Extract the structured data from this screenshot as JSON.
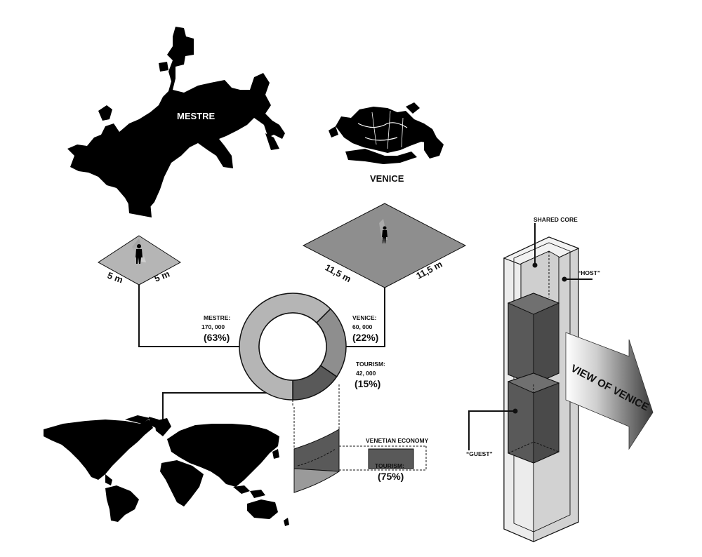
{
  "maps": {
    "mestre_label": "MESTRE",
    "venice_label": "VENICE"
  },
  "scale_squares": {
    "mestre": {
      "side_left": "5 m",
      "side_right": "5 m"
    },
    "venice": {
      "side_left": "11,5 m",
      "side_right": "11,5 m"
    }
  },
  "donut": {
    "mestre": {
      "name": "MESTRE:",
      "count": "170, 000",
      "pct": "(63%)"
    },
    "venice": {
      "name": "VENICE:",
      "count": "60, 000",
      "pct": "(22%)"
    },
    "tourism": {
      "name": "TOURISM:",
      "count": "42, 000",
      "pct": "(15%)"
    }
  },
  "economy": {
    "title": "VENETIAN ECONOMY",
    "bar_label": "TOURISM:",
    "pct": "(75%)"
  },
  "tower": {
    "shared_core": "SHARED CORE",
    "host": "“HOST”",
    "guest": "“GUEST”",
    "arrow_text": "VIEW OF VENICE"
  },
  "colors": {
    "light_gray": "#b5b5b5",
    "mid_gray": "#8e8e8e",
    "dark_gray": "#595959",
    "black": "#000000"
  },
  "chart_data": {
    "type": "pie",
    "categories": [
      "MESTRE:",
      "VENICE:",
      "TOURISM:"
    ],
    "values": [
      170000,
      60000,
      42000
    ],
    "percent": [
      63,
      22,
      15
    ]
  }
}
